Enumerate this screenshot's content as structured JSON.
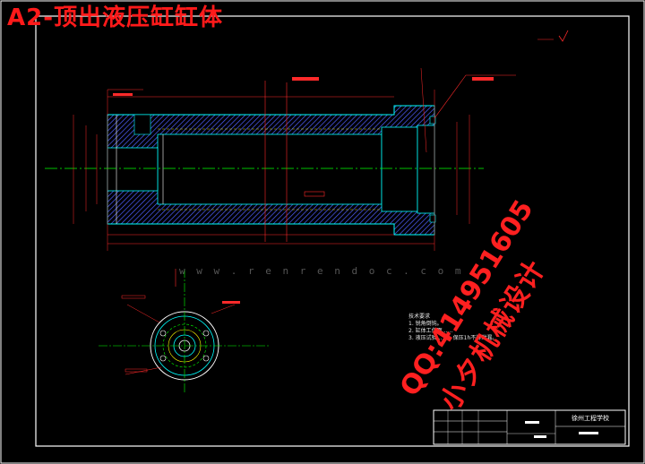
{
  "title": "A2-顶出液压缸缸体",
  "watermark": {
    "qq": "QQ:414951605",
    "brand": "小夕机械设计",
    "url": "w w w . r e n r e n d o c . c o m"
  },
  "title_block": {
    "school": "徐州工程学校"
  },
  "tech_requirements": {
    "heading": "技术要求",
    "lines": [
      "1. 锐角倒钝。",
      "2. 缸体工作面……",
      "3. 液压试验……，保压1h不得泄漏。"
    ]
  },
  "colors": {
    "background": "#000000",
    "frame": "#ffffff",
    "outline": "#00ffff",
    "hatch": "#4f5fff",
    "dimension": "#ff2a2a",
    "centerline": "#00ff00",
    "hidden": "#ffff00"
  },
  "icons": [
    "roughness-symbol-icon",
    "section-mark-icon"
  ]
}
